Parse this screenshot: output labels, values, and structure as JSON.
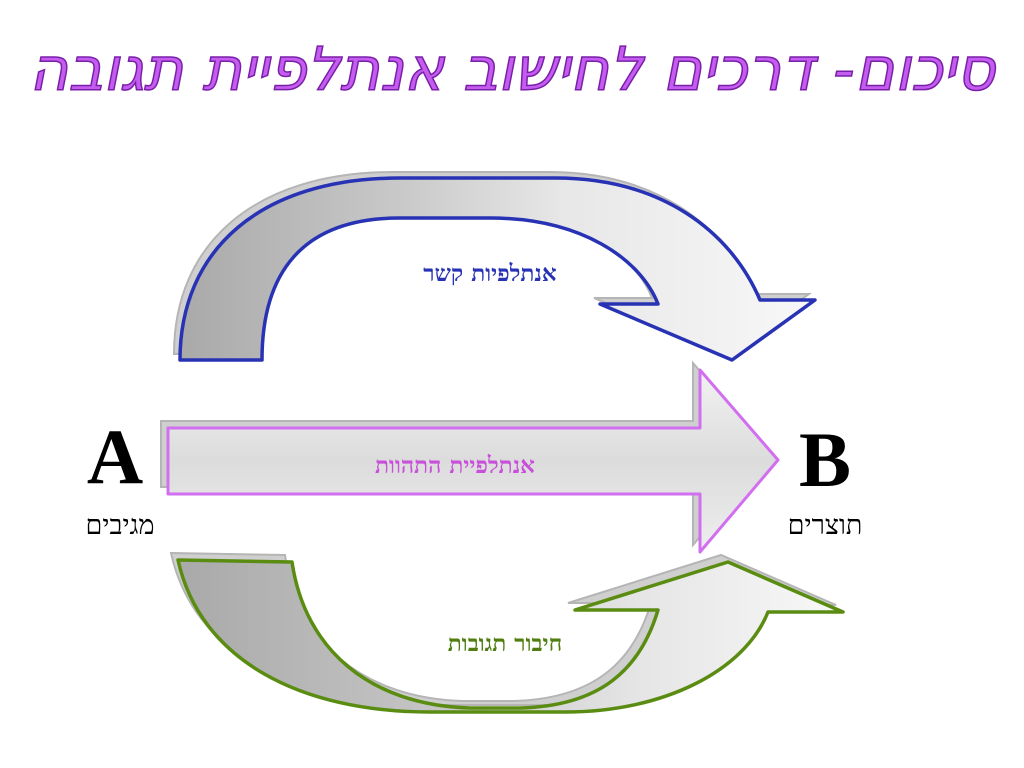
{
  "title": "סיכום- דרכים לחישוב אנתלפיית תגובה",
  "arrows": {
    "top": {
      "label": "אנתלפיות קשר",
      "color": "#2832b4"
    },
    "middle": {
      "label": "אנתלפיית התהוות",
      "color": "#c74fd9"
    },
    "bottom": {
      "label": "חיבור תגובות",
      "color": "#4f7d0f"
    }
  },
  "nodes": {
    "a": {
      "letter": "A",
      "caption": "מגיבים"
    },
    "b": {
      "letter": "B",
      "caption": "תוצרים"
    }
  }
}
